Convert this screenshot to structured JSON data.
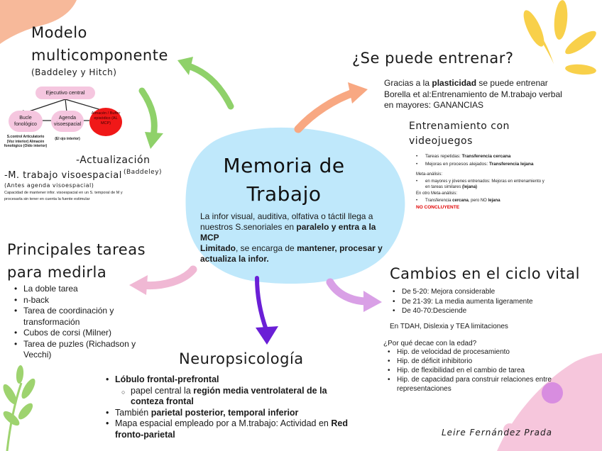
{
  "center": {
    "title_line1": "Memoria de",
    "title_line2": "Trabajo",
    "body": [
      {
        "t": "La infor visual, auditiva, olfativa o táctil llega a nuestros S.senoriales en ",
        "b": false
      },
      {
        "t": "paralelo y entra a la MCP",
        "b": true
      },
      {
        "t": " ",
        "b": false
      },
      {
        "t": "Limitado",
        "b": true
      },
      {
        "t": ", se encarga de ",
        "b": false
      },
      {
        "t": "mantener, procesar y actualiza la infor.",
        "b": true
      }
    ]
  },
  "modelo": {
    "title_line1": "Modelo",
    "title_line2": "multicomponente",
    "subtitle": "(Baddeley y Hitch)",
    "diagram": {
      "ejecutivo": "Ejecutivo central",
      "bucle": "Bucle fonológico",
      "agenda": "Agenda visoespacial",
      "almacen": "Almacén / Buffer episódico (AL MCP)",
      "bucle_note": "S.control Articulatorio (Voz interior) Almacén fonológico (Oído interior)",
      "agenda_note": "(El ojo interior)"
    },
    "actualizacion": "-Actualización",
    "actualizacion_ref": "(Baddeley)",
    "visoespacial_title": "-M. trabajo visoespacial",
    "visoespacial_sub": "(Antes agenda visoespacial)",
    "visoespacial_text": "Capacidad de mantener infor. visoespacial en un S. temporal de M y procesarla sin tener en cuenta la fuente estimular"
  },
  "entrenar": {
    "title": "¿Se puede entrenar?",
    "p1_a": "Gracias a la ",
    "p1_b": "plasticidad",
    "p1_c": " se puede entrenar",
    "p2": "Borella et al:Entrenamiento de M.trabajo verbal en mayores: GANANCIAS",
    "video_title_1": "Entrenamiento con",
    "video_title_2": "videojuegos",
    "items": [
      {
        "a": "Tareas repetidas: ",
        "b": "Transferencia cercana"
      },
      {
        "a": "Mejoras en procesos alejados: ",
        "b": "Transferencia lejana"
      }
    ],
    "meta1_title": "Meta-análisis:",
    "meta1_item_a": "en mayores y jóvenes entrenados: Mejoras en entrenamiento y en tareas similares ",
    "meta1_item_b": "(lejana)",
    "meta2_title": "En otro Meta-análisis:",
    "meta2_item_a": "Transferencia ",
    "meta2_item_b": "cercana",
    "meta2_item_c": ", pero NO ",
    "meta2_item_d": "lejana",
    "no_concluyente": "NO CONCLUYENTE"
  },
  "tareas": {
    "title_line1": "Principales tareas",
    "title_line2": "para medirla",
    "items": [
      "La doble tarea",
      "n-back",
      "Tarea de coordinación y transformación",
      "Cubos de corsi (Milner)",
      "Tarea de puzles (Richadson y Vecchi)"
    ]
  },
  "cambios": {
    "title": "Cambios en el ciclo vital",
    "items": [
      "De 5-20: Mejora considerable",
      "De 21-39: La media aumenta ligeramente",
      "De 40-70:Desciende"
    ],
    "tdah": "En TDAH, Dislexia y TEA limitaciones",
    "question": "¿Por qué decae con la edad?",
    "hip": [
      "Hip. de velocidad de procesamiento",
      "Hip. de déficit inhibitorio",
      "Hip. de flexibilidad en el cambio de tarea",
      "Hip. de capacidad para construir relaciones entre representaciones"
    ]
  },
  "neuro": {
    "title": "Neuropsicología",
    "i1": "Lóbulo frontal-prefrontal",
    "i1_sub_a": "papel central la ",
    "i1_sub_b": "región media ventrolateral de la conteza frontal",
    "i2_a": "También ",
    "i2_b": "parietal posterior, temporal inferior",
    "i3_a": "Mapa espacial empleado por a M.trabajo: Actividad en ",
    "i3_b": "Red fronto-parietal"
  },
  "author": "Leire Fernández Prada",
  "colors": {
    "blob": "#bfe8fb",
    "green_arrow": "#8fd16a",
    "orange_arrow": "#f8a882",
    "pink_arrow": "#f0b8d4",
    "purple_arrow": "#6a1fd6",
    "violet_arrow": "#d9a0e6",
    "peach": "#f7b99a",
    "yellow": "#f8d04a",
    "pink_corner": "#f6c6dc",
    "node_pink": "#f5c6df",
    "node_red": "#f01818"
  }
}
